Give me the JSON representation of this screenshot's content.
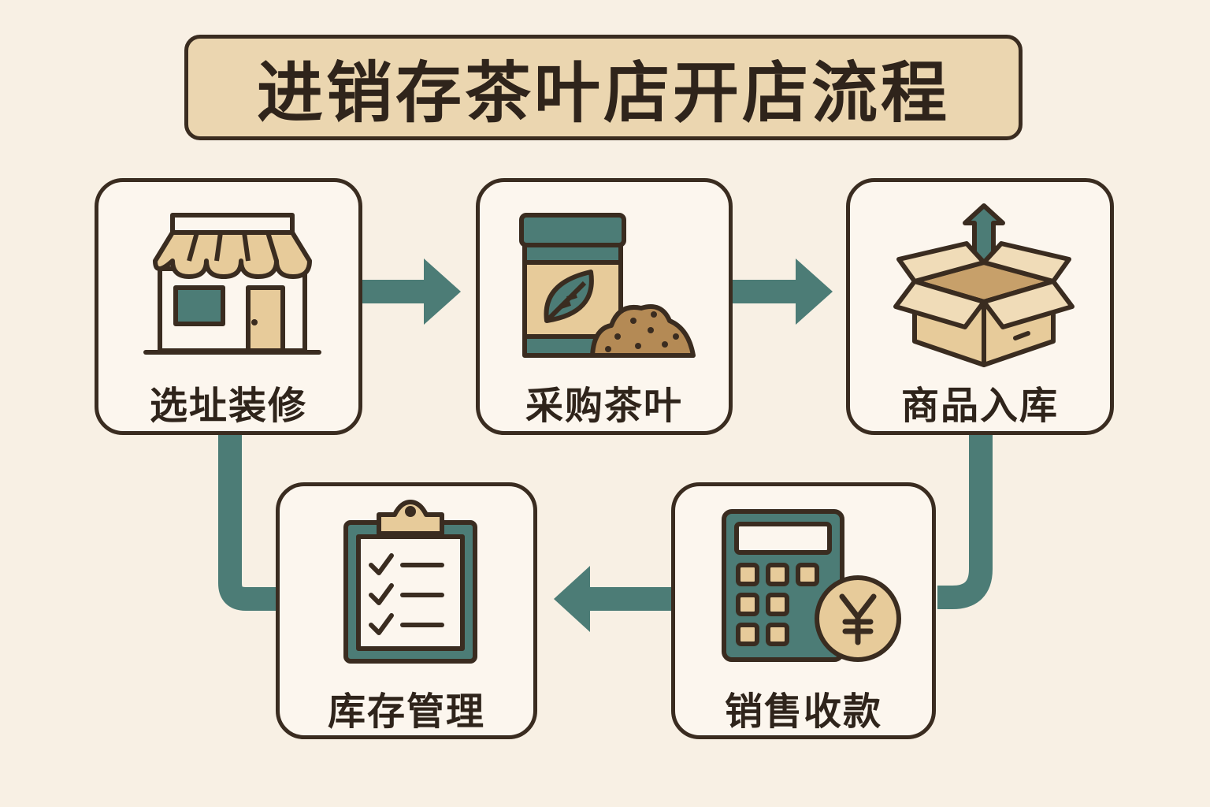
{
  "title": "进销存茶叶店开店流程",
  "colors": {
    "background": "#f8f0e4",
    "card": "#fcf6ee",
    "outline": "#3a2c20",
    "teal": "#4c7c76",
    "tan": "#dfbd8a",
    "title_fill": "#ebd6b0"
  },
  "steps": [
    {
      "label": "选址装修",
      "icon": "storefront-icon"
    },
    {
      "label": "采购茶叶",
      "icon": "tea-jar-icon"
    },
    {
      "label": "商品入库",
      "icon": "box-arrow-up-icon"
    },
    {
      "label": "销售收款",
      "icon": "calculator-yen-icon"
    },
    {
      "label": "库存管理",
      "icon": "clipboard-checklist-icon"
    }
  ],
  "edges": [
    {
      "from": "选址装修",
      "to": "采购茶叶"
    },
    {
      "from": "采购茶叶",
      "to": "商品入库"
    },
    {
      "from": "商品入库",
      "to": "销售收款"
    },
    {
      "from": "销售收款",
      "to": "库存管理"
    },
    {
      "from": "库存管理",
      "to": "选址装修"
    }
  ]
}
